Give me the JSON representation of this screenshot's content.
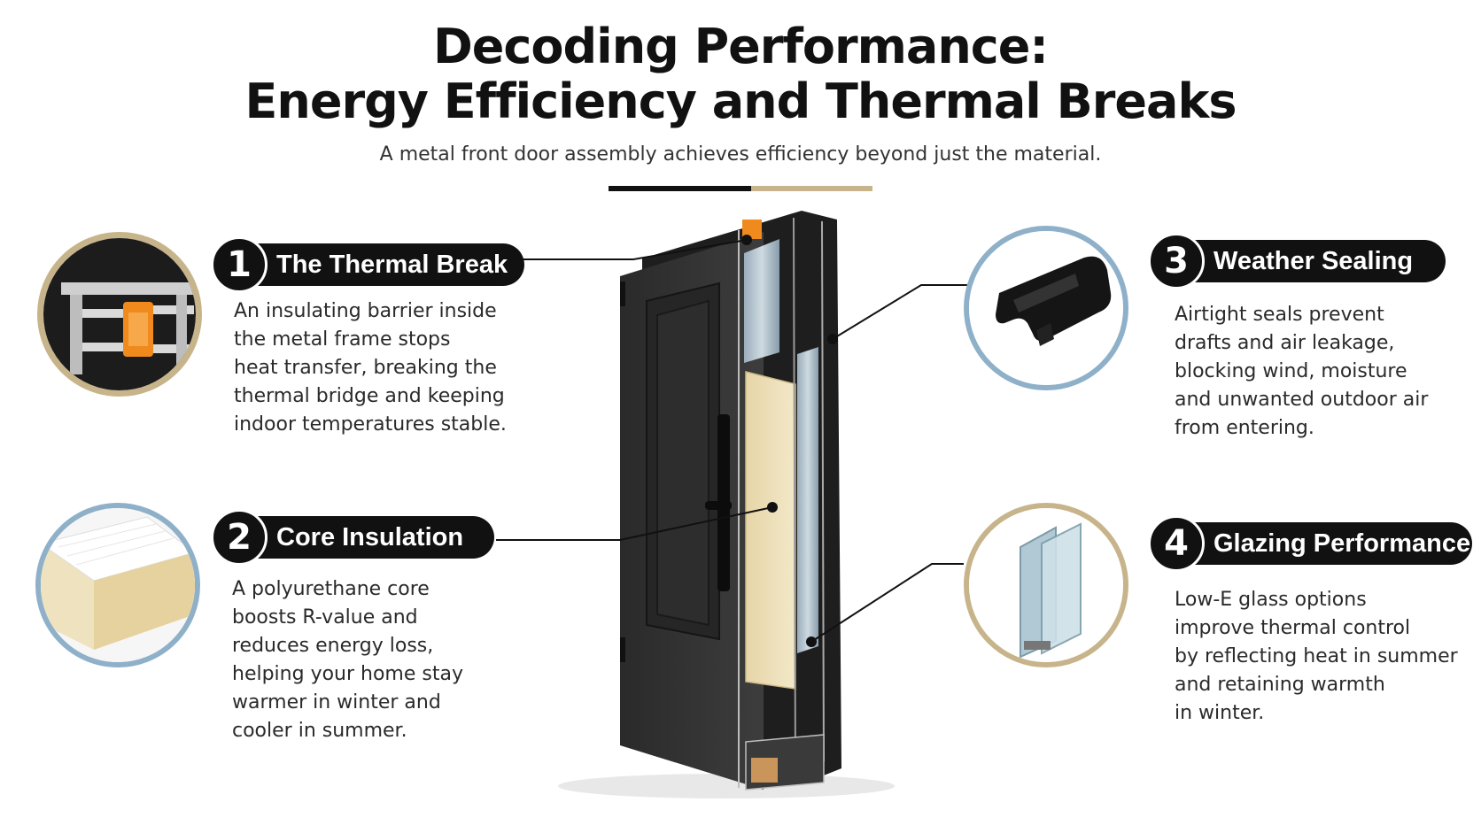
{
  "header": {
    "title_line1": "Decoding Performance:",
    "title_line2": "Energy Efficiency and Thermal Breaks",
    "subtitle": "A metal front door assembly achieves efficiency beyond just the material."
  },
  "colors": {
    "accent_gold": "#c7b48b",
    "accent_blue": "#8fb0c9",
    "dark": "#111111",
    "foam": "#efe2be",
    "orange": "#f08a1c"
  },
  "features": [
    {
      "number": "1",
      "label": "The Thermal Break",
      "description": "An insulating barrier inside\nthe metal frame stops\nheat transfer, breaking the\nthermal bridge and keeping\nindoor temperatures stable.",
      "icon": "thermal-break-profile-icon",
      "ring": "gold"
    },
    {
      "number": "2",
      "label": "Core Insulation",
      "description": "A polyurethane core\nboosts R-value and\nreduces energy loss,\nhelping your home stay\nwarmer in winter and\ncooler in summer.",
      "icon": "foam-block-icon",
      "ring": "blue"
    },
    {
      "number": "3",
      "label": "Weather Sealing",
      "description": "Airtight seals prevent\ndrafts and air leakage,\nblocking wind, moisture\nand unwanted outdoor air\nfrom entering.",
      "icon": "weather-seal-gasket-icon",
      "ring": "blue"
    },
    {
      "number": "4",
      "label": "Glazing Performance",
      "description": "Low-E glass options\nimprove thermal control\nby reflecting heat in summer\nand retaining warmth\nin winter.",
      "icon": "double-glazing-icon",
      "ring": "gold"
    }
  ]
}
